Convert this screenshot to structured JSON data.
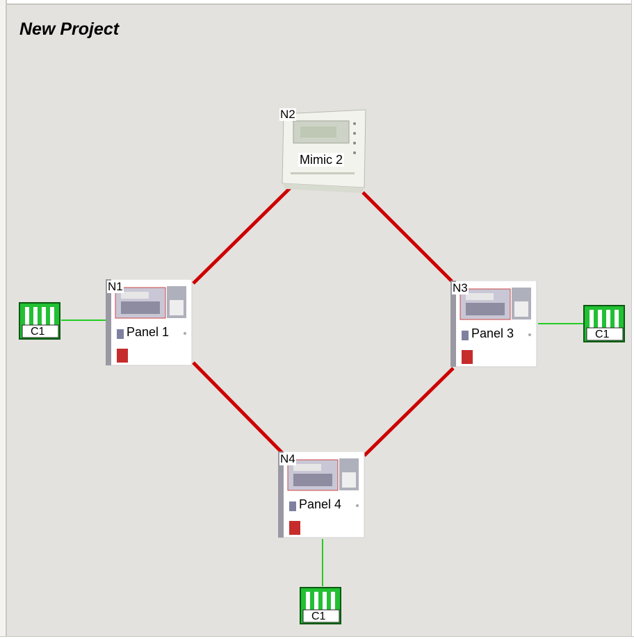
{
  "project": {
    "title": "New Project"
  },
  "nodes": {
    "mimic2": {
      "id_label": "N2",
      "name": "Mimic 2"
    },
    "panel1": {
      "id_label": "N1",
      "name": "Panel 1"
    },
    "panel3": {
      "id_label": "N3",
      "name": "Panel 3"
    },
    "panel4": {
      "id_label": "N4",
      "name": "Panel 4"
    }
  },
  "connectors": {
    "c_left": {
      "label": "C1"
    },
    "c_right": {
      "label": "C1"
    },
    "c_bottom": {
      "label": "C1"
    }
  },
  "colors": {
    "network_link": "#cc0000",
    "connector_link": "#22cc22",
    "connector_body": "#22c033"
  }
}
